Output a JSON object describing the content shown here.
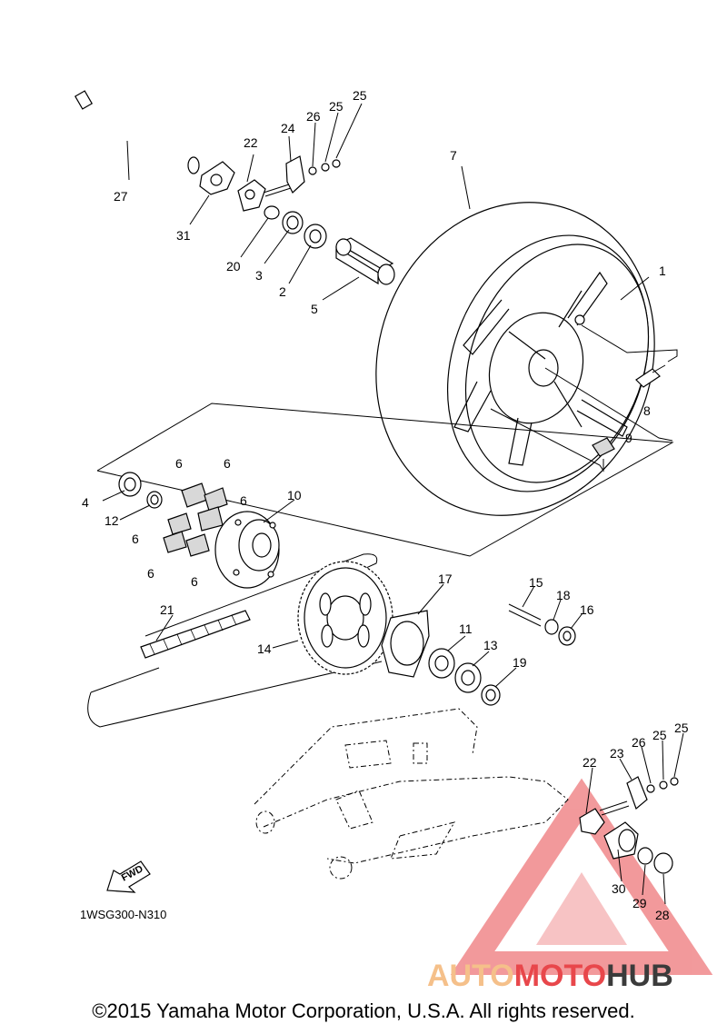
{
  "diagram_code": "1WSG300-N310",
  "fwd_label": "FWD",
  "copyright": "©2015 Yamaha Motor Corporation, U.S.A. All rights reserved.",
  "watermark": {
    "part1": "AUTO",
    "part2": "MOTO",
    "part3": "HUB",
    "color_light": "#f5c08a",
    "color_red": "#e8474b",
    "color_dark": "#3b3b3b"
  },
  "callouts": {
    "c1": "1",
    "c2": "2",
    "c3": "3",
    "c4": "4",
    "c5": "5",
    "c6a": "6",
    "c6b": "6",
    "c6c": "6",
    "c6d": "6",
    "c6e": "6",
    "c6f": "6",
    "c7": "7",
    "c8": "8",
    "c9": "9",
    "c10": "10",
    "c11": "11",
    "c12": "12",
    "c13": "13",
    "c14": "14",
    "c15": "15",
    "c16": "16",
    "c17": "17",
    "c18": "18",
    "c19": "19",
    "c20": "20",
    "c21": "21",
    "c22a": "22",
    "c22b": "22",
    "c23": "23",
    "c24": "24",
    "c25a": "25",
    "c25b": "25",
    "c25c": "25",
    "c25d": "25",
    "c26a": "26",
    "c26b": "26",
    "c27": "27",
    "c28": "28",
    "c29": "29",
    "c30": "30",
    "c31": "31"
  }
}
